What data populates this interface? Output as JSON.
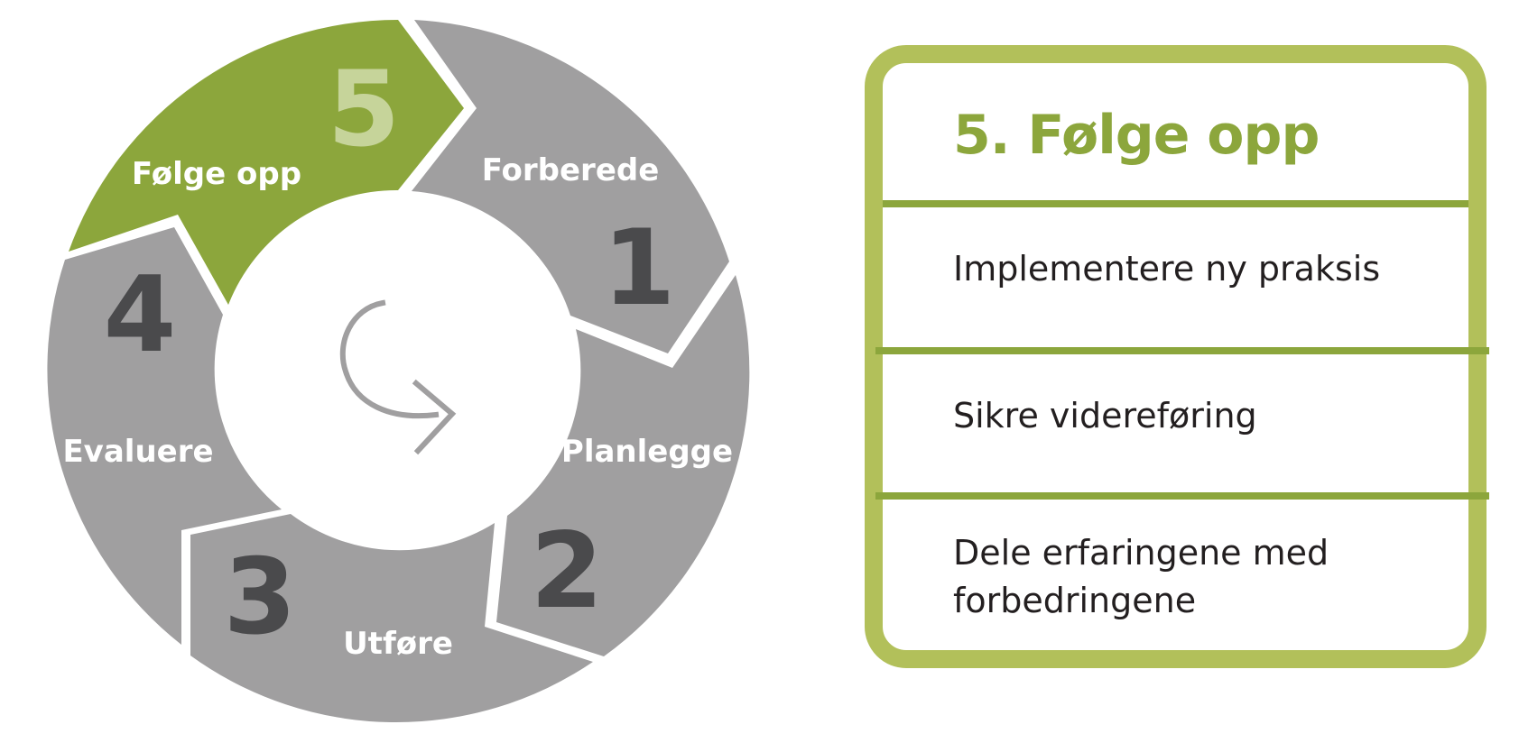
{
  "cycle": {
    "steps": [
      {
        "number": "1",
        "label": "Forberede"
      },
      {
        "number": "2",
        "label": "Planlegge"
      },
      {
        "number": "3",
        "label": "Utføre"
      },
      {
        "number": "4",
        "label": "Evaluere"
      },
      {
        "number": "5",
        "label": "Følge opp"
      }
    ],
    "active_step": "5",
    "colors": {
      "inactive": "#a09fa0",
      "active": "#8ca63c",
      "active_number": "#c6d49a",
      "number": "#4a4a4c",
      "center_arrow": "#a09fa0"
    },
    "center_icon": "cycle-arrow-icon"
  },
  "card": {
    "title": "5. Følge opp",
    "items": [
      "Implementere ny praksis",
      "Sikre videreføring",
      "Dele erfaringene med forbedringene"
    ],
    "colors": {
      "border": "#b2c05a",
      "divider": "#8ca63c",
      "title": "#8ca63c",
      "text": "#231f20"
    }
  }
}
